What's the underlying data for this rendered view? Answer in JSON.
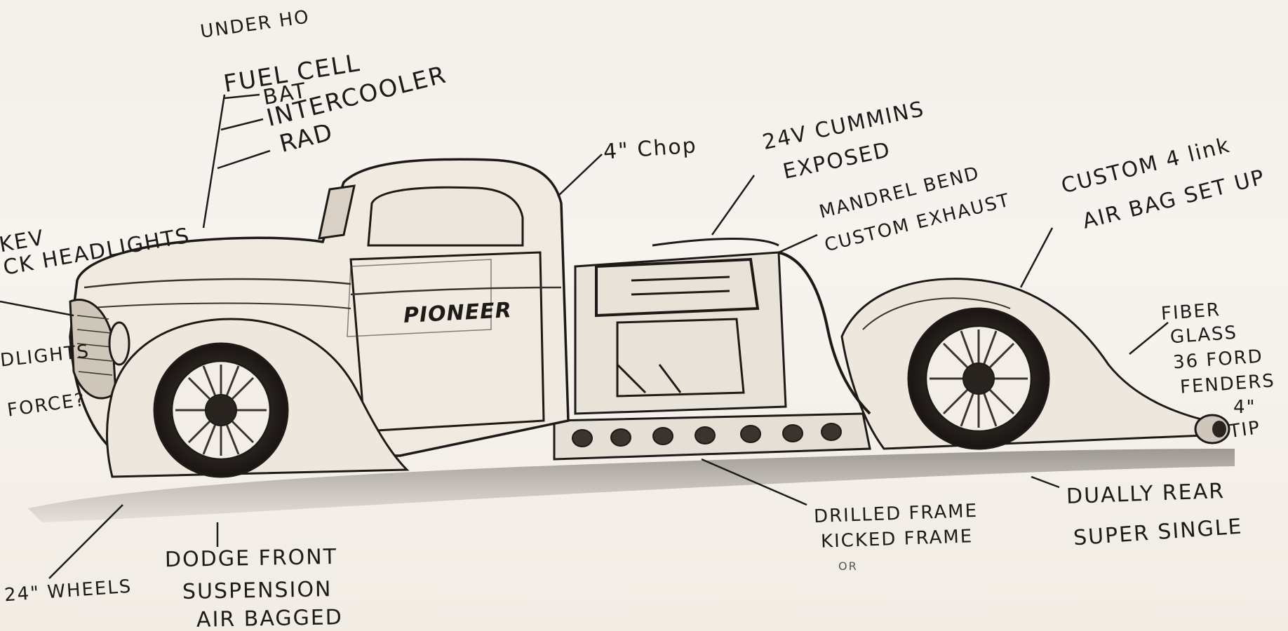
{
  "annotations": {
    "under_hood": "UNDER HO",
    "fuel_cell": "FUEL CELL",
    "bat": "BAT",
    "intercooler": "INTERCOOLER",
    "rad": "RAD",
    "headlights_top": "KEV\nCK HEADLIGHTS",
    "headlights_left": "DLIGHTS",
    "forced": "FORCE?",
    "chop": "4\" Chop",
    "cummins_1": "24V CUMMINS",
    "cummins_2": "EXPOSED",
    "exhaust_1": "MANDREL BEND",
    "exhaust_2": "CUSTOM EXHAUST",
    "link_1": "CUSTOM 4 link",
    "link_2": "AIR BAG SET UP",
    "fiber_1": "FIBER",
    "fiber_2": "GLASS",
    "fiber_3": "36 FORD",
    "fiber_4": "FENDERS",
    "tip_1": "4\"",
    "tip_2": "TIP",
    "dually_1": "DUALLY REAR",
    "dually_2": "SUPER SINGLE",
    "frame_1": "DRILLED FRAME",
    "frame_2": "KICKED FRAME",
    "frame_or": "OR",
    "front_1": "DODGE FRONT",
    "front_2": "SUSPENSION",
    "front_3": "AIR BAGGED",
    "wheels": "24\" WHEELS",
    "door_logo": "PIONEER"
  },
  "colors": {
    "paper": "#f5f1ea",
    "ink": "#1e1a17",
    "shade": "#6b625a"
  }
}
